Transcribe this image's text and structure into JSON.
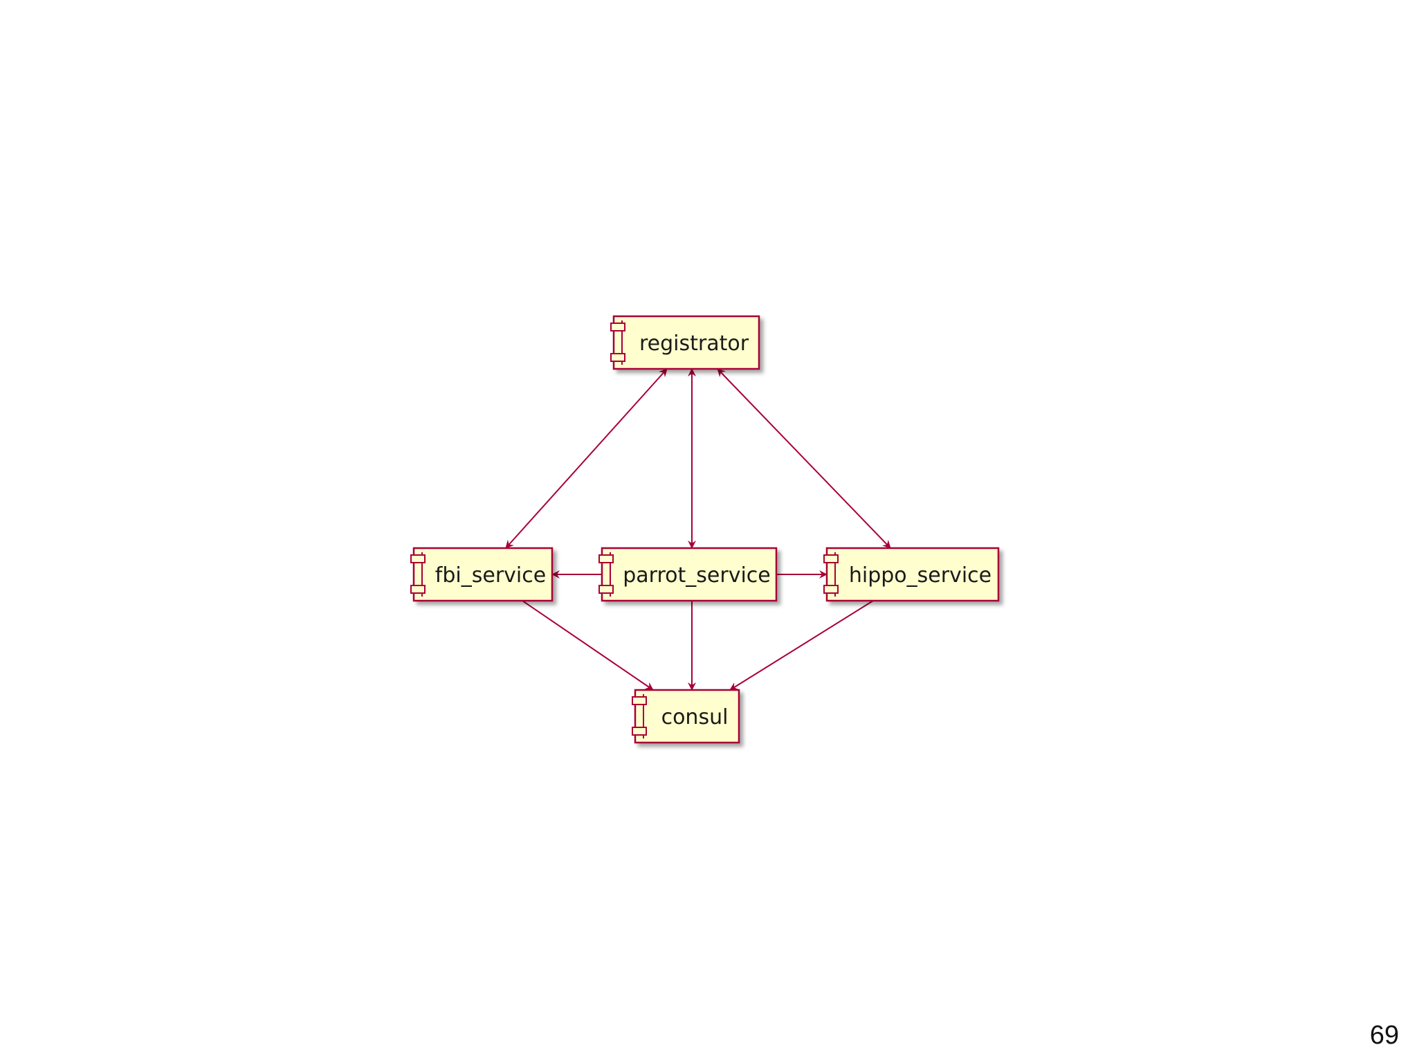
{
  "colors": {
    "node_fill": "#fefece",
    "node_border": "#a80036",
    "edge": "#a80036",
    "shadow": "#bdbdbd"
  },
  "diagram": {
    "type": "component-diagram",
    "nodes": [
      {
        "id": "registrator",
        "label": "registrator"
      },
      {
        "id": "fbi_service",
        "label": "fbi_service"
      },
      {
        "id": "parrot_service",
        "label": "parrot_service"
      },
      {
        "id": "hippo_service",
        "label": "hippo_service"
      },
      {
        "id": "consul",
        "label": "consul"
      }
    ],
    "edges": [
      {
        "from": "registrator",
        "to": "fbi_service",
        "direction": "both"
      },
      {
        "from": "registrator",
        "to": "parrot_service",
        "direction": "both"
      },
      {
        "from": "registrator",
        "to": "hippo_service",
        "direction": "both"
      },
      {
        "from": "parrot_service",
        "to": "fbi_service",
        "direction": "forward"
      },
      {
        "from": "parrot_service",
        "to": "hippo_service",
        "direction": "forward"
      },
      {
        "from": "fbi_service",
        "to": "consul",
        "direction": "forward"
      },
      {
        "from": "parrot_service",
        "to": "consul",
        "direction": "forward"
      },
      {
        "from": "hippo_service",
        "to": "consul",
        "direction": "forward"
      }
    ]
  },
  "footer": {
    "page_number": "69"
  }
}
